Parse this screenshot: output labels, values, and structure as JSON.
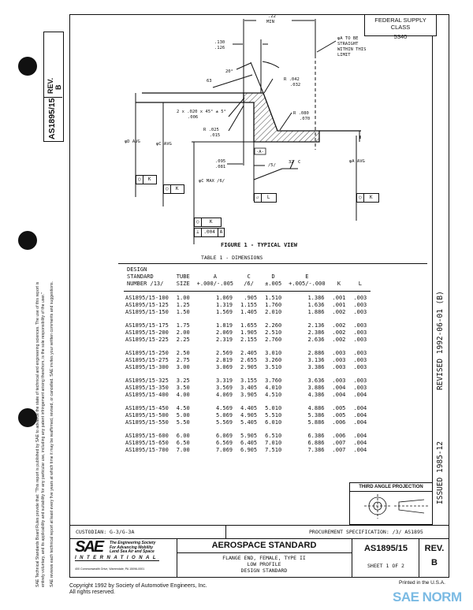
{
  "doc": {
    "number": "AS1895/15",
    "rev_label": "REV.",
    "rev": "B",
    "federal_supply_class_label": "FEDERAL SUPPLY CLASS",
    "federal_supply_class": "5340",
    "revised": "REVISED 1992-06-01 (B)",
    "issued": "ISSUED 1985-12"
  },
  "margin_notice": {
    "line1": "SAE Technical Standards Board Rules provide that: \"This report is published by SAE to advance the state of technical and engineering sciences. The use of this report is",
    "line2": "entirely voluntary, and its applicability and suitability for any particular use, including any patent infringement arising therefrom, is the sole responsibility of the user.\"",
    "line3": "SAE reviews each technical report at least every five years at which time it may be reaffirmed, revised, or cancelled. SAE invites your written comments and suggestions."
  },
  "figure": {
    "caption": "FIGURE 1 - TYPICAL VIEW",
    "labels": {
      "min_dim_1": ".22",
      "min_dim_2": "MIN",
      "dim_130": ".130",
      "dim_126": ".126",
      "angle_20": "20°",
      "finish_63": "63",
      "r042": "R .042",
      "r032": ".032",
      "straight_1": "φA TO BE",
      "straight_2": "STRAIGHT",
      "straight_3": "WITHIN THIS",
      "straight_4": "LIMIT",
      "chamfer_1": "2 x .020 x 45° ± 5°",
      "chamfer_2": ".006",
      "r025": "R .025",
      "r015": ".015",
      "r080": "R .080",
      "r070": ".070",
      "phi_d": "φD AVG",
      "phi_c": "φC AVG",
      "phi_c_max": "φC MAX /6/",
      "dim_095": ".095",
      "dim_081": ".081",
      "datum_a": "-A-",
      "note5": "/5/",
      "finish_32": "32",
      "finish_c": "C",
      "phi_a": "φA AVG"
    },
    "frames": {
      "k": "K",
      "l": "L",
      "perp_tol": ".004",
      "datum": "A",
      "circularity_symbol": "○",
      "perpendicularity_symbol": "⊥",
      "flatness_symbol": "▱"
    }
  },
  "table": {
    "title": "TABLE 1 - DIMENSIONS",
    "headers": [
      [
        "DESIGN",
        "STANDARD",
        "NUMBER /13/"
      ],
      [
        "TUBE",
        "SIZE"
      ],
      [
        "A",
        "+.000/-.005"
      ],
      [
        "C",
        "/6/"
      ],
      [
        "D",
        "±.005"
      ],
      [
        "E",
        "+.005/-.000"
      ],
      [
        "K"
      ],
      [
        "L"
      ]
    ],
    "groups": [
      [
        [
          "AS1895/15-100",
          "1.00",
          "1.069",
          ".905",
          "1.510",
          "1.386",
          ".001",
          ".003"
        ],
        [
          "AS1895/15-125",
          "1.25",
          "1.319",
          "1.155",
          "1.760",
          "1.636",
          ".001",
          ".003"
        ],
        [
          "AS1895/15-150",
          "1.50",
          "1.569",
          "1.405",
          "2.010",
          "1.886",
          ".002",
          ".003"
        ]
      ],
      [
        [
          "AS1895/15-175",
          "1.75",
          "1.819",
          "1.655",
          "2.260",
          "2.136",
          ".002",
          ".003"
        ],
        [
          "AS1895/15-200",
          "2.00",
          "2.069",
          "1.905",
          "2.510",
          "2.386",
          ".002",
          ".003"
        ],
        [
          "AS1895/15-225",
          "2.25",
          "2.319",
          "2.155",
          "2.760",
          "2.636",
          ".002",
          ".003"
        ]
      ],
      [
        [
          "AS1895/15-250",
          "2.50",
          "2.569",
          "2.405",
          "3.010",
          "2.886",
          ".003",
          ".003"
        ],
        [
          "AS1895/15-275",
          "2.75",
          "2.819",
          "2.655",
          "3.260",
          "3.136",
          ".003",
          ".003"
        ],
        [
          "AS1895/15-300",
          "3.00",
          "3.069",
          "2.905",
          "3.510",
          "3.386",
          ".003",
          ".003"
        ]
      ],
      [
        [
          "AS1895/15-325",
          "3.25",
          "3.319",
          "3.155",
          "3.760",
          "3.636",
          ".003",
          ".003"
        ],
        [
          "AS1895/15-350",
          "3.50",
          "3.569",
          "3.405",
          "4.010",
          "3.886",
          ".004",
          ".003"
        ],
        [
          "AS1895/15-400",
          "4.00",
          "4.069",
          "3.905",
          "4.510",
          "4.386",
          ".004",
          ".004"
        ]
      ],
      [
        [
          "AS1895/15-450",
          "4.50",
          "4.569",
          "4.405",
          "5.010",
          "4.886",
          ".005",
          ".004"
        ],
        [
          "AS1895/15-500",
          "5.00",
          "5.069",
          "4.905",
          "5.510",
          "5.386",
          ".005",
          ".004"
        ],
        [
          "AS1895/15-550",
          "5.50",
          "5.569",
          "5.405",
          "6.010",
          "5.886",
          ".006",
          ".004"
        ]
      ],
      [
        [
          "AS1895/15-600",
          "6.00",
          "6.069",
          "5.905",
          "6.510",
          "6.386",
          ".006",
          ".004"
        ],
        [
          "AS1895/15-650",
          "6.50",
          "6.569",
          "6.405",
          "7.010",
          "6.886",
          ".007",
          ".004"
        ],
        [
          "AS1895/15-700",
          "7.00",
          "7.069",
          "6.905",
          "7.510",
          "7.386",
          ".007",
          ".004"
        ]
      ]
    ]
  },
  "projection": {
    "label": "THIRD ANGLE PROJECTION"
  },
  "title_block": {
    "custodian": "CUSTODIAN:  G-3/G-3A",
    "procurement": "PROCUREMENT SPECIFICATION:  /3/  AS1895",
    "sae_logo": "SAE",
    "sae_tagline_1": "The Engineering Society",
    "sae_tagline_2": "For Advancing Mobility",
    "sae_tagline_3": "Land Sea Air and Space",
    "sae_international": "INTERNATIONAL",
    "sae_address": "400 Commonwealth Drive, Warrendale, PA  15096-0001",
    "category": "AEROSPACE STANDARD",
    "title_1": "FLANGE END, FEMALE, TYPE II",
    "title_2": "LOW PROFILE",
    "title_3": "DESIGN STANDARD",
    "sheet": "SHEET 1 OF 2"
  },
  "footer": {
    "copyright": "Copyright 1992 by Society of Automotive Engineers, Inc.",
    "rights": "All rights reserved.",
    "printed": "Printed in the U.S.A.",
    "watermark": "SAE NORM"
  }
}
